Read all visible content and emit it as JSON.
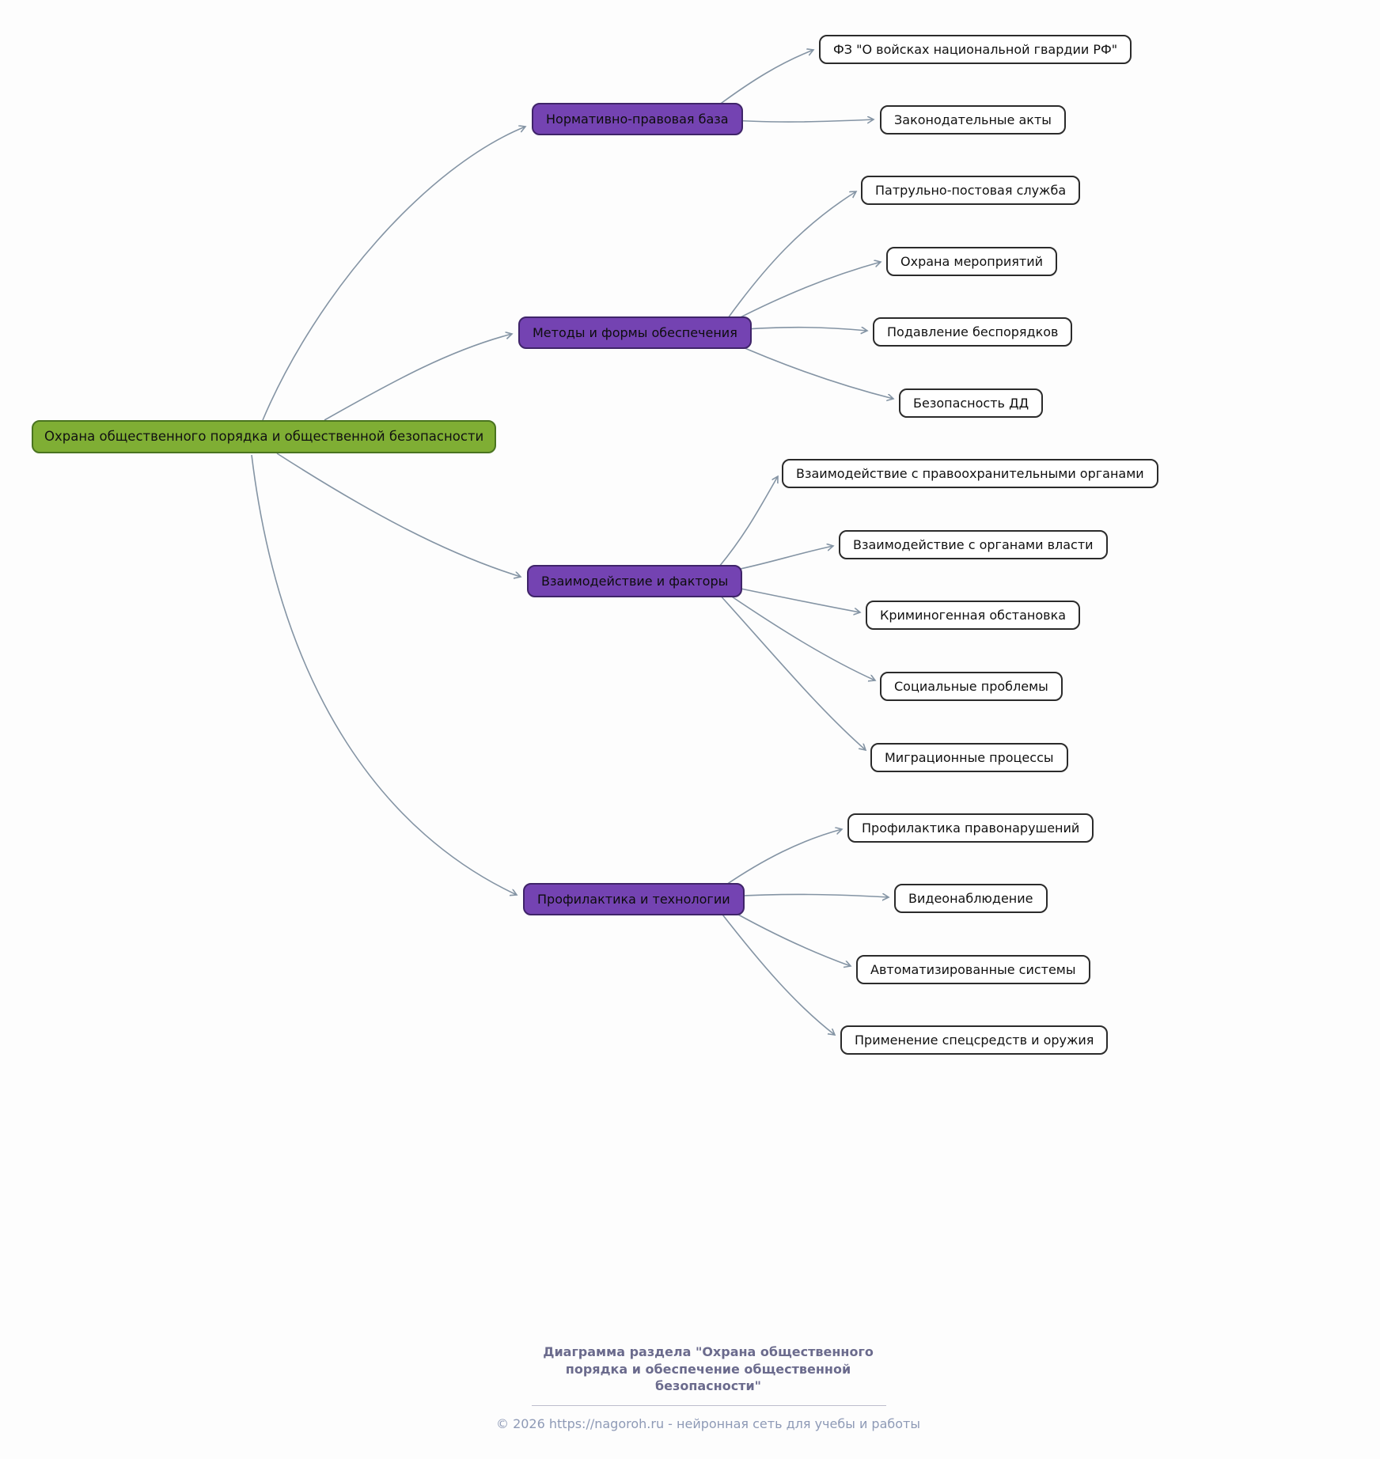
{
  "diagram": {
    "root": {
      "label": "Охрана общественного порядка и общественной безопасности"
    },
    "branches": [
      {
        "label": "Нормативно-правовая база",
        "children": [
          {
            "label": "ФЗ \"О войсках национальной гвардии РФ\""
          },
          {
            "label": "Законодательные акты"
          }
        ]
      },
      {
        "label": "Методы и формы обеспечения",
        "children": [
          {
            "label": "Патрульно-постовая служба"
          },
          {
            "label": "Охрана мероприятий"
          },
          {
            "label": "Подавление беспорядков"
          },
          {
            "label": "Безопасность ДД"
          }
        ]
      },
      {
        "label": "Взаимодействие и факторы",
        "children": [
          {
            "label": "Взаимодействие с правоохранительными органами"
          },
          {
            "label": "Взаимодействие с органами власти"
          },
          {
            "label": "Криминогенная обстановка"
          },
          {
            "label": "Социальные проблемы"
          },
          {
            "label": "Миграционные процессы"
          }
        ]
      },
      {
        "label": "Профилактика и технологии",
        "children": [
          {
            "label": "Профилактика правонарушений"
          },
          {
            "label": "Видеонаблюдение"
          },
          {
            "label": "Автоматизированные системы"
          },
          {
            "label": "Применение спецсредств и оружия"
          }
        ]
      }
    ]
  },
  "footer": {
    "caption": "Диаграмма раздела \"Охрана общественного порядка и обеспечение общественной безопасности\"",
    "copyright": "© 2026 https://nagoroh.ru - нейронная сеть для учебы и работы"
  },
  "colors": {
    "root_fill": "#7fae34",
    "root_border": "#4a7420",
    "branch_fill": "#7443b2",
    "branch_border": "#3f2469",
    "leaf_fill": "#ffffff",
    "leaf_border": "#2b2b2b",
    "edge": "#8494a4",
    "caption_text": "#6b6b8d",
    "copyright_text": "#8e9ab6"
  }
}
